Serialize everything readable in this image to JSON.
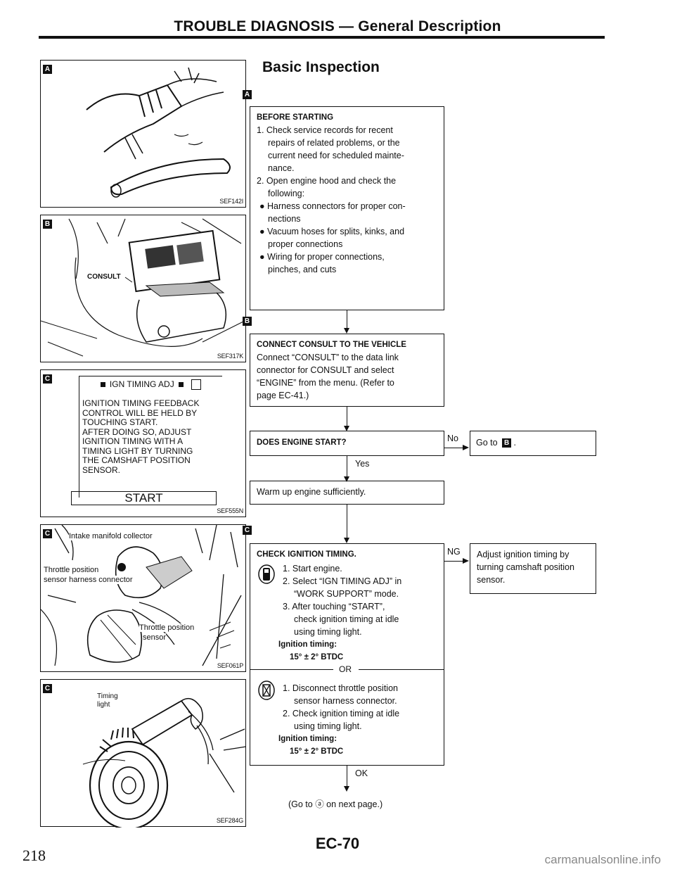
{
  "header": {
    "title": "TROUBLE DIAGNOSIS — General Description"
  },
  "section": {
    "title": "Basic Inspection"
  },
  "tags": {
    "a": "A",
    "b": "B",
    "c": "C"
  },
  "figures": {
    "fig1": {
      "code": "SEF142I"
    },
    "fig2": {
      "code": "SEF317K",
      "callout": "CONSULT"
    },
    "fig3": {
      "code": "SEF555N",
      "screen_title": "IGN TIMING ADJ",
      "screen_lines": [
        "IGNITION TIMING FEEDBACK",
        "CONTROL WILL BE HELD BY",
        "TOUCHING START.",
        "AFTER DOING SO, ADJUST",
        "IGNITION TIMING WITH A",
        "TIMING LIGHT BY TURNING",
        "THE CAMSHAFT POSITION",
        "SENSOR."
      ],
      "button": "START"
    },
    "fig4": {
      "code": "SEF061P",
      "label1": "Intake manifold collector",
      "label2a": "Throttle position",
      "label2b": "sensor harness connector",
      "label3a": "Throttle position",
      "label3b": "sensor"
    },
    "fig5": {
      "code": "SEF284G",
      "label": "Timing light"
    }
  },
  "flow": {
    "box1": {
      "heading": "BEFORE STARTING",
      "lines": [
        {
          "t": "1. Check service records for recent",
          "c": ""
        },
        {
          "t": "repairs of related problems, or the",
          "c": "ind"
        },
        {
          "t": "current need for scheduled mainte-",
          "c": "ind"
        },
        {
          "t": "nance.",
          "c": "ind"
        },
        {
          "t": "2. Open engine hood and check the",
          "c": ""
        },
        {
          "t": "following:",
          "c": "ind"
        },
        {
          "t": "● Harness connectors for proper con-",
          "c": "bul"
        },
        {
          "t": "nections",
          "c": "ind"
        },
        {
          "t": "● Vacuum hoses for splits, kinks, and",
          "c": "bul"
        },
        {
          "t": "proper connections",
          "c": "ind"
        },
        {
          "t": "● Wiring for proper connections,",
          "c": "bul"
        },
        {
          "t": "pinches, and cuts",
          "c": "ind"
        }
      ]
    },
    "box2": {
      "heading": "CONNECT CONSULT TO THE VEHICLE",
      "lines": [
        "Connect “CONSULT” to the data link",
        "connector for CONSULT and select",
        "“ENGINE” from the menu. (Refer to",
        "page EC-41.)"
      ]
    },
    "box3": {
      "heading": "DOES ENGINE START?"
    },
    "no_label": "No",
    "goto_box": {
      "text": "Go to",
      "tag": "B",
      "after": "."
    },
    "yes_label": "Yes",
    "box4": {
      "text": "Warm up engine sufficiently."
    },
    "box5": {
      "heading": "CHECK IGNITION TIMING.",
      "part1": [
        "1. Start engine.",
        "2. Select “IGN TIMING ADJ” in",
        "“WORK SUPPORT” mode.",
        "3. After touching “START”,",
        "check ignition timing at idle",
        "using timing light."
      ],
      "spec_label": "Ignition timing:",
      "spec_value": "15° ± 2° BTDC",
      "or": "OR",
      "part2": [
        "1. Disconnect throttle position",
        "sensor harness connector.",
        "2. Check ignition timing at idle",
        "using timing light."
      ],
      "spec_label2": "Ignition timing:",
      "spec_value2": "15° ± 2° BTDC"
    },
    "ng_label": "NG",
    "ng_box": {
      "lines": [
        "Adjust ignition timing by",
        "turning camshaft position",
        "sensor."
      ]
    },
    "ok_label": "OK",
    "next": "(Go to ⓐ on next page.)"
  },
  "footer": {
    "page_number": "218",
    "code": "EC-70",
    "watermark": "carmanualsonline.info"
  }
}
